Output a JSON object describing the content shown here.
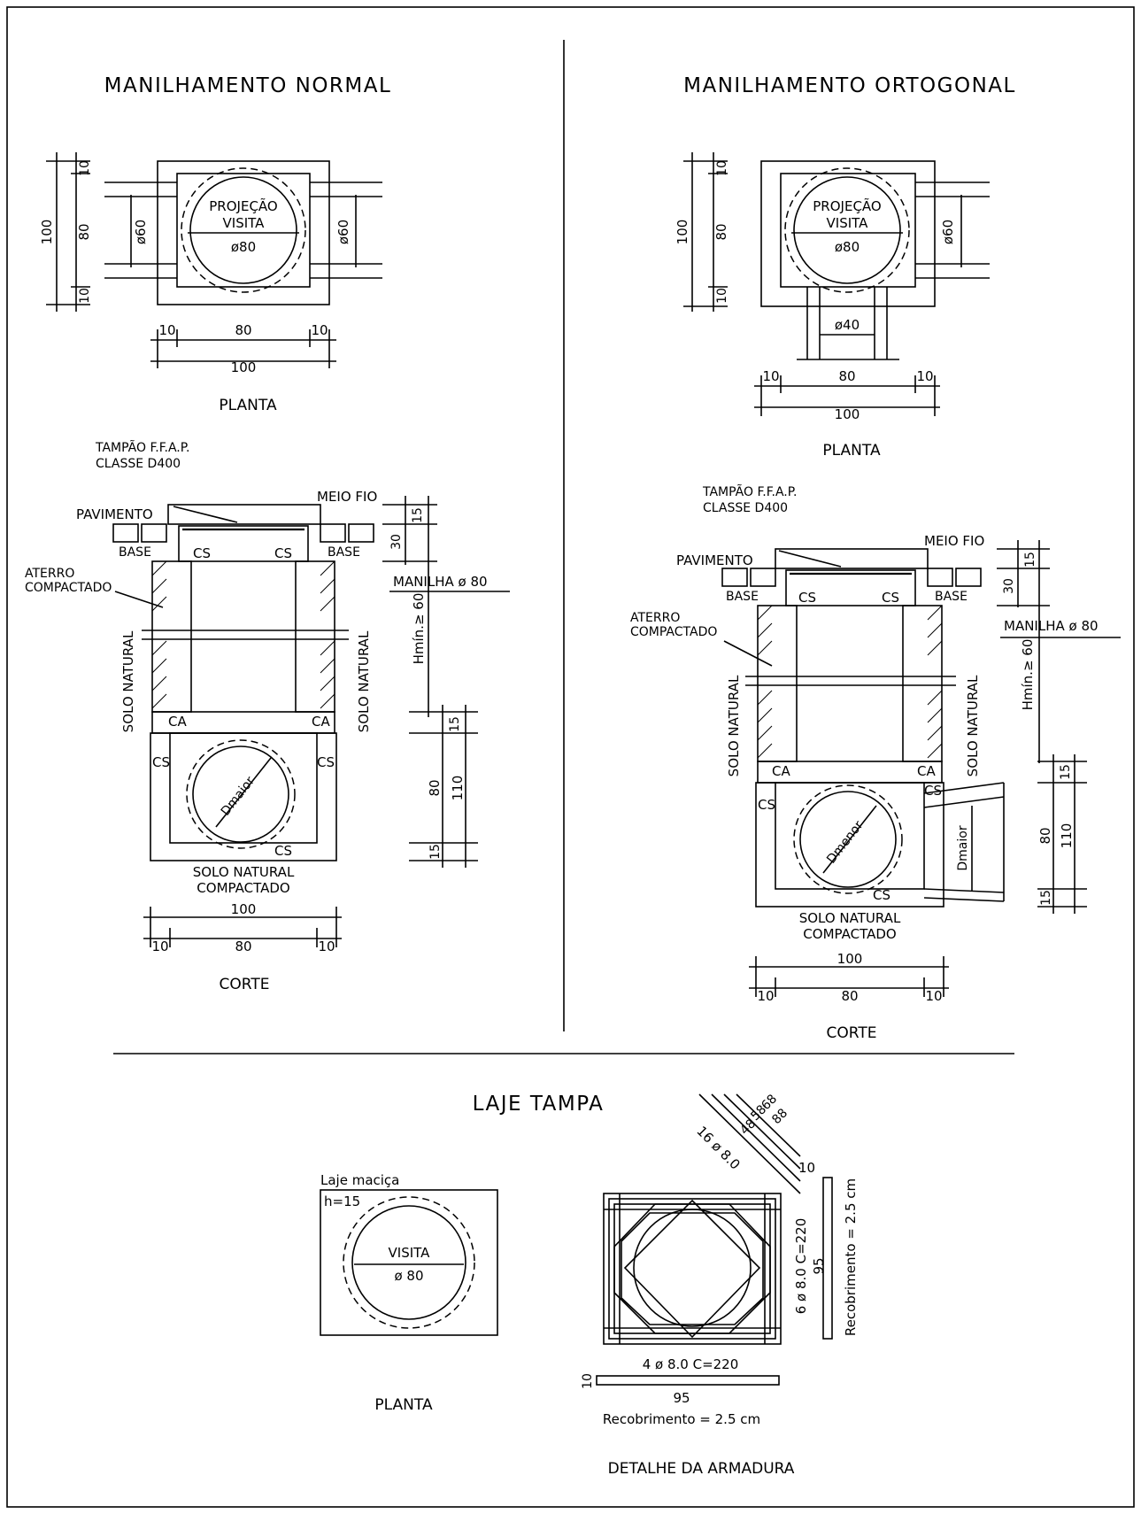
{
  "titles": {
    "normal": "MANILHAMENTO NORMAL",
    "ortogonal": "MANILHAMENTO ORTOGONAL",
    "laje": "LAJE TAMPA"
  },
  "plan": {
    "label": "PLANTA",
    "projecao": "PROJEÇÃO",
    "visita": "VISITA",
    "d80": "ø80",
    "d60": "ø60",
    "d40": "ø40",
    "dims": {
      "d10": "10",
      "d80": "80",
      "d100": "100"
    }
  },
  "section": {
    "label": "CORTE",
    "tampao": "TAMPÃO F.F.A.P.",
    "classe": "CLASSE D400",
    "pavimento": "PAVIMENTO",
    "meio_fio": "MEIO FIO",
    "base": "BASE",
    "cs": "CS",
    "ca": "CA",
    "aterro": "ATERRO",
    "compactado": "COMPACTADO",
    "manilha": "MANILHA ø 80",
    "solo_natural": "SOLO NATURAL",
    "solo_natural_compactado": "COMPACTADO",
    "hmin": "Hmín.≥ 60",
    "dmaior": "Dmaior",
    "dmenor": "Dmenor",
    "dims": {
      "d15": "15",
      "d30": "30",
      "d80": "80",
      "d110": "110",
      "d100": "100",
      "d10": "10"
    }
  },
  "laje": {
    "macica": "Laje maciça",
    "h": "h=15",
    "visita": "VISITA",
    "d80": "ø 80",
    "planta": "PLANTA",
    "detalhe": "DETALHE DA ARMADURA",
    "bar_diag": "16 ø 8.0",
    "diag_dims": [
      "48",
      "58",
      "68",
      "88"
    ],
    "bar_h": "4 ø 8.0 C=220",
    "bar_v": "6 ø 8.0 C=220",
    "d95": "95",
    "d10": "10",
    "recobrimento": "Recobrimento = 2.5 cm"
  }
}
